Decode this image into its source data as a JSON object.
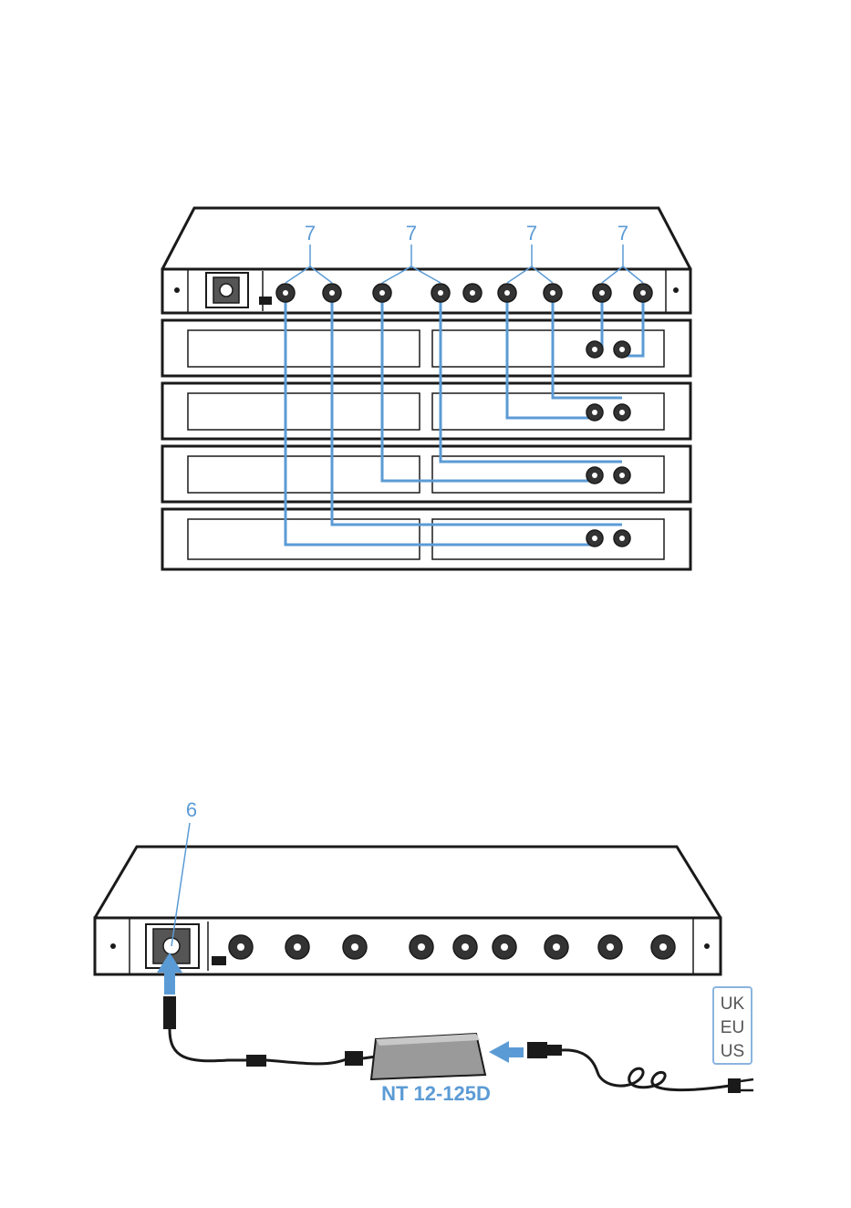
{
  "top_diagram": {
    "callouts": [
      "7",
      "7",
      "7",
      "7"
    ]
  },
  "bottom_diagram": {
    "callout": "6",
    "power_supply_label": "NT 12-125D",
    "mains_regions": [
      "UK",
      "EU",
      "US"
    ]
  },
  "colors": {
    "cable": "#5b9bd5",
    "outline": "#1a1a1a",
    "psu_body": "#9a9a9a"
  }
}
